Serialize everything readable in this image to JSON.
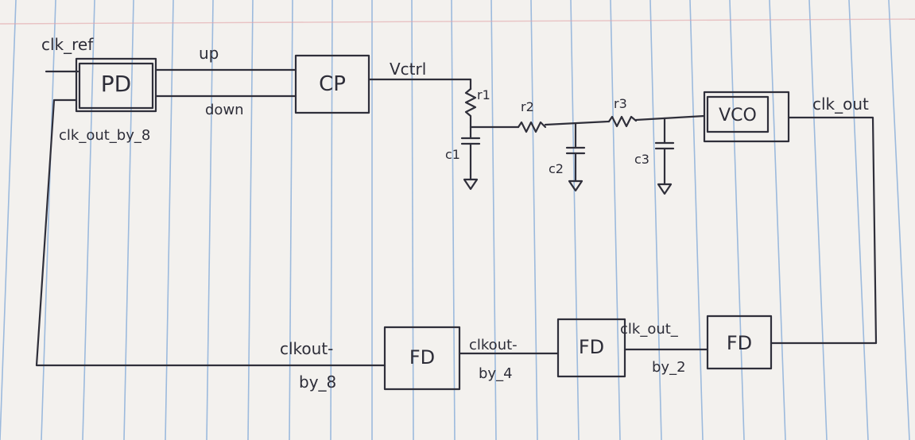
{
  "diagram": {
    "blocks": {
      "pd": "PD",
      "cp": "CP",
      "vco": "VCO",
      "fd1": "FD",
      "fd2": "FD",
      "fd3": "FD"
    },
    "signals": {
      "clk_ref": "clk_ref",
      "up": "up",
      "down": "down",
      "vctrl": "Vctrl",
      "clk_out_by_8_top": "clk_out_by_8",
      "clk_out": "clk_out",
      "fd1_out_top": "clkout-",
      "fd1_out_bottom": "by_8",
      "fd2_out_top": "clkout-",
      "fd2_out_bottom": "by_4",
      "fd3_out_top": "clk_out_",
      "fd3_out_bottom": "by_2"
    },
    "components": {
      "r1": "r1",
      "r2": "r2",
      "r3": "r3",
      "c1": "c1",
      "c2": "c2",
      "c3": "c3"
    }
  }
}
